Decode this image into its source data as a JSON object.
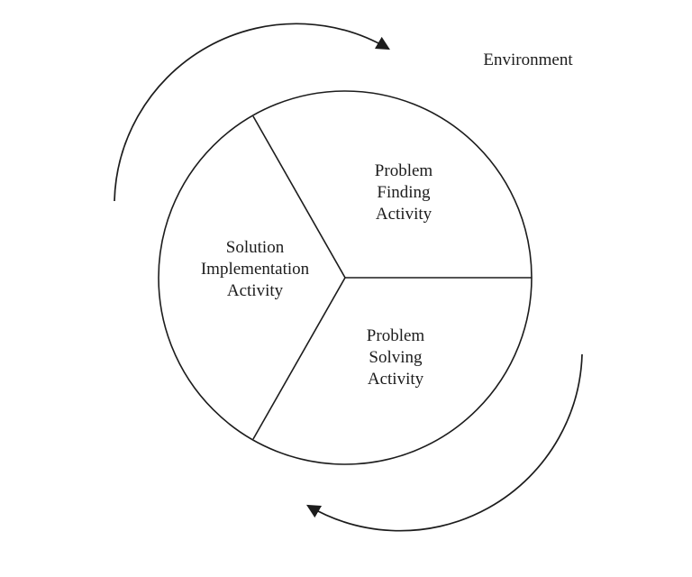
{
  "diagram": {
    "environment_label": "Environment",
    "sectors": [
      {
        "id": "problem-finding",
        "lines": [
          "Problem",
          "Finding",
          "Activity"
        ]
      },
      {
        "id": "solution-implementation",
        "lines": [
          "Solution",
          "Implementation",
          "Activity"
        ]
      },
      {
        "id": "problem-solving",
        "lines": [
          "Problem",
          "Solving",
          "Activity"
        ]
      }
    ],
    "arrows": [
      {
        "id": "cycle-arrow-top",
        "direction": "clockwise"
      },
      {
        "id": "cycle-arrow-bottom",
        "direction": "clockwise"
      }
    ],
    "colors": {
      "stroke": "#1c1c1c",
      "text": "#1c1c1c",
      "background": "#ffffff"
    }
  }
}
